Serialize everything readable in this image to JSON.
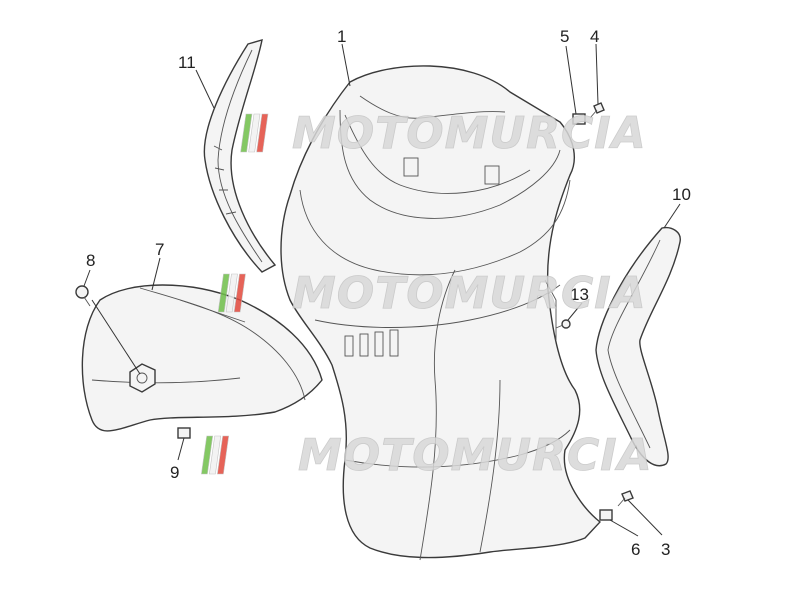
{
  "diagram": {
    "callouts": [
      "1",
      "3",
      "4",
      "5",
      "6",
      "7",
      "8",
      "9",
      "10",
      "11",
      "13"
    ]
  },
  "watermark": {
    "text": "MOTOMURCIA",
    "colors": {
      "stripe_green": "#6fbf4a",
      "stripe_white": "#f2f2f2",
      "stripe_red": "#e2483c",
      "text": "#d8d8d8"
    }
  }
}
